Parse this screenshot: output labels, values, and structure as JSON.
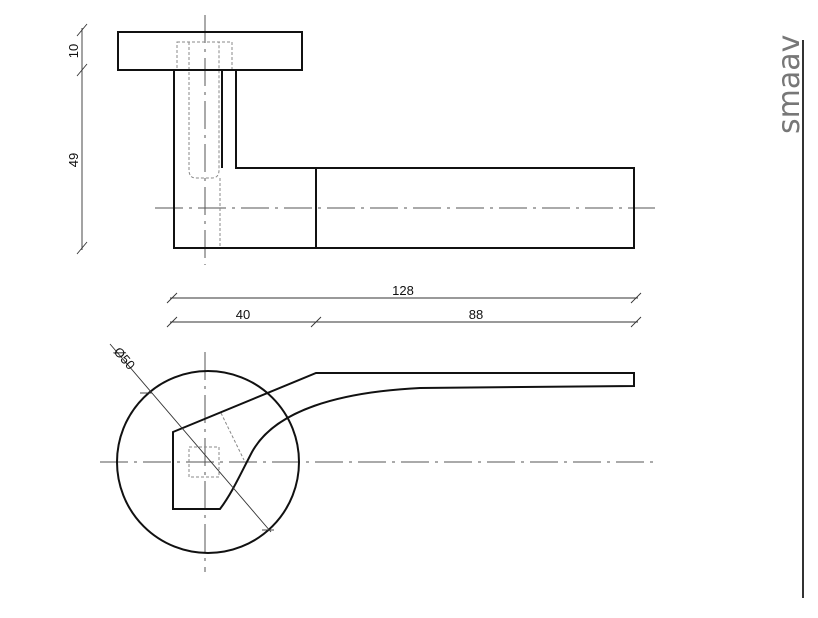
{
  "brand": "smaav",
  "dimensions": {
    "rosette_thickness": "10",
    "height": "49",
    "total_length": "128",
    "segment_1": "40",
    "segment_2": "88",
    "rosette_diameter": "Ø50"
  }
}
